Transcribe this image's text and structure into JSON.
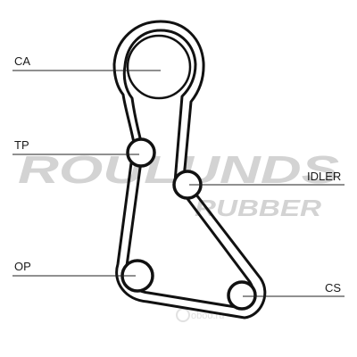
{
  "labels": {
    "ca": "CA",
    "tp": "TP",
    "idler": "IDLER",
    "op": "OP",
    "cs": "CS"
  },
  "watermark": {
    "brand": "ROULUNDS",
    "sub": "RUBBER",
    "site": "oboo.ru"
  },
  "colors": {
    "belt": "#111111",
    "leader_line": "#222222",
    "watermark": "#d0d0d0",
    "text": "#1a1a1a"
  }
}
